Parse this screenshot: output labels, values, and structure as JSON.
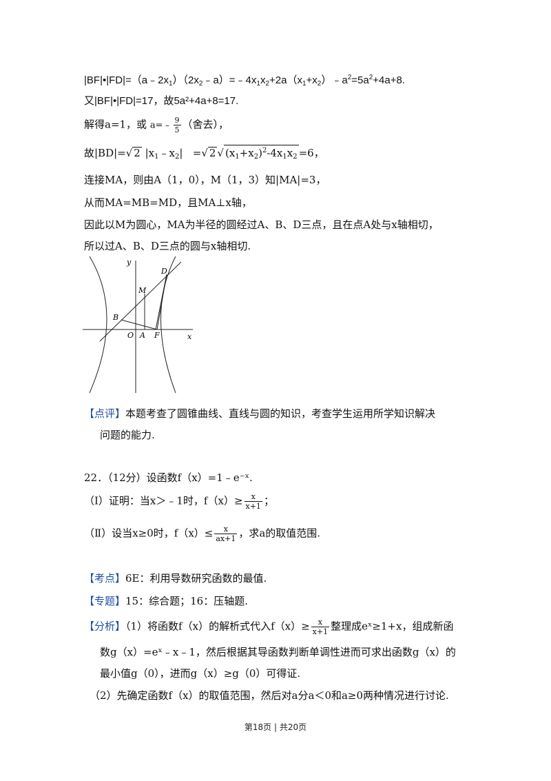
{
  "lines": {
    "l1_a": "|BF|•|FD|=（a﹣2x",
    "l1_b": "）（2x",
    "l1_c": "﹣a）=﹣4x",
    "l1_d": "x",
    "l1_e": "+2a（x",
    "l1_f": "+x",
    "l1_g": "）﹣a",
    "l1_h": "=5a",
    "l1_i": "+4a+8.",
    "l2": "又|BF|•|FD|=17，故5a²+4a+8=17.",
    "l3_a": "解得a=1，或",
    "l3_frac_num": "9",
    "l3_frac_den": "5",
    "l3_b": "（舍去），",
    "l4_a": "故|BD|=",
    "l4_b": "2",
    "l4_c": "|x",
    "l4_d": "﹣x",
    "l4_e": "|",
    "l4_f": "=",
    "l4_g": "2",
    "l4_h": "(x",
    "l4_i": "+x",
    "l4_j": ")",
    "l4_k": "2",
    "l4_l": "-4x",
    "l4_m": "x",
    "l4_n": "=6，",
    "l5": "连接MA，则由A（1，0），M（1，3）知|MA|=3，",
    "l6": "从而MA=MB=MD，且MA⊥x轴，",
    "l7": "因此以M为圆心，MA为半径的圆经过A、B、D三点，且在点A处与x轴相切，",
    "l8": "所以过A、B、D三点的圆与x轴相切."
  },
  "figure": {
    "labels": {
      "y": "y",
      "x": "x",
      "D": "D",
      "M": "M",
      "B": "B",
      "O": "O",
      "A": "A",
      "F": "F"
    }
  },
  "review": {
    "tag": "【点评】",
    "text1": "本题考查了圆锥曲线、直线与圆的知识，考查学生运用所学知识解决",
    "text2": "问题的能力."
  },
  "problem": {
    "title": "22．（12分）设函数f（x）=1﹣e⁻ˣ.",
    "part1_a": "（Ⅰ）证明：当x＞﹣1时，f（x）≥",
    "part1_num": "x",
    "part1_den": "x+1",
    "part1_b": "；",
    "part2_a": "（Ⅱ）设当x≥0时，f（x）≤",
    "part2_num": "x",
    "part2_den": "ax+1",
    "part2_b": "，求a的取值范围."
  },
  "analysis": {
    "kaodian_tag": "【考点】",
    "kaodian": "6E：利用导数研究函数的最值.",
    "zhuanti_tag": "【专题】",
    "zhuanti": "15：综合题；16：压轴题.",
    "fenxi_tag": "【分析】",
    "fenxi1_a": "（1）将函数f（x）的解析式代入f（x）≥",
    "fenxi1_num": "x",
    "fenxi1_den": "x+1",
    "fenxi1_b": "整理成eˣ≥1+x，组成新函",
    "fenxi2": "数g（x）=eˣ﹣x﹣1，然后根据其导函数判断单调性进而可求出函数g（x）的",
    "fenxi3": "最小值g（0），进而g（x）≥g（0）可得证.",
    "fenxi4": "（2）先确定函数f（x）的取值范围，然后对a分a＜0和a≥0两种情况进行讨论."
  },
  "footer": "第18页 | 共20页"
}
